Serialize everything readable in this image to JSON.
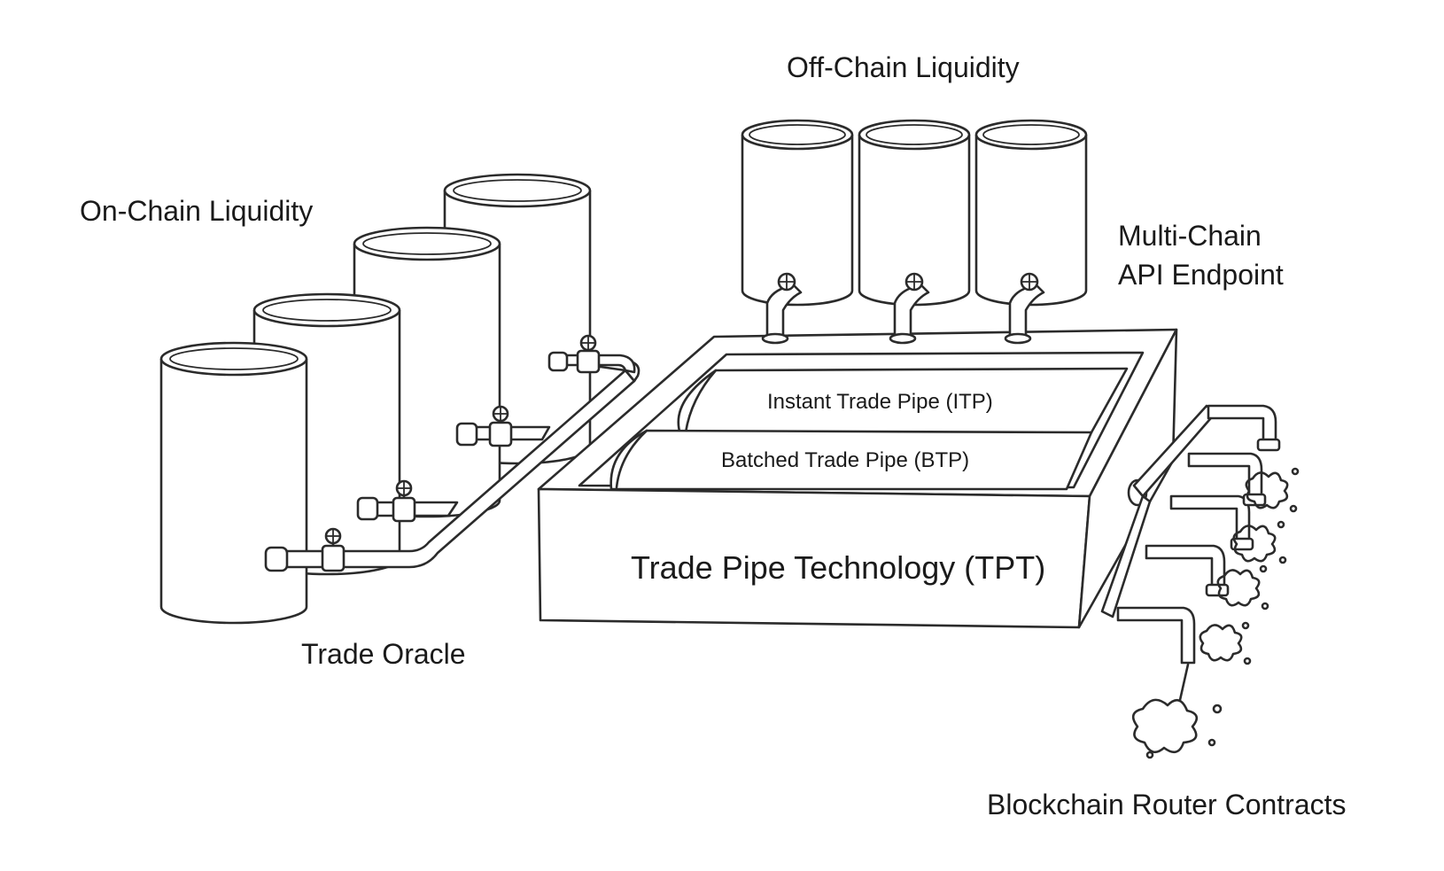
{
  "diagram": {
    "labels": {
      "on_chain_liquidity": "On-Chain Liquidity",
      "off_chain_liquidity": "Off-Chain Liquidity",
      "multi_chain_line1": "Multi-Chain",
      "multi_chain_line2": "API Endpoint",
      "instant_trade_pipe": "Instant Trade Pipe (ITP)",
      "batched_trade_pipe": "Batched Trade Pipe (BTP)",
      "trade_pipe_technology": "Trade Pipe Technology (TPT)",
      "trade_oracle": "Trade Oracle",
      "blockchain_router_contracts": "Blockchain Router Contracts"
    },
    "colors": {
      "stroke": "#2b2b2b",
      "background": "#ffffff",
      "text": "#1a1a1a"
    },
    "icons": [
      "tank-icon",
      "valve-icon",
      "pipe-icon",
      "splash-icon"
    ]
  }
}
